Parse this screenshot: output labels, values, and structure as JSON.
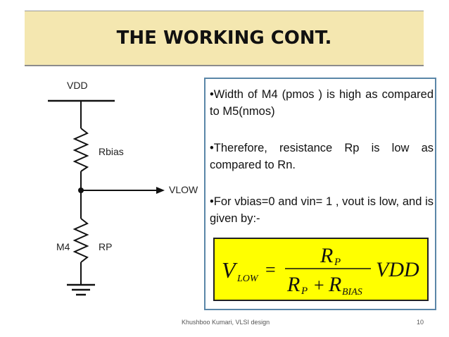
{
  "slide": {
    "title": "THE WORKING CONT.",
    "footer_text": "Khushboo Kumari, VLSI design",
    "page_number": "10"
  },
  "circuit": {
    "vdd_label": "VDD",
    "rbias_label": "Rbias",
    "vlow_label": "VLOW",
    "m4_label": "M4",
    "rp_label": "RP"
  },
  "bullets": [
    "•Width of M4 (pmos ) is high as compared to M5(nmos)",
    "•Therefore, resistance Rp is low as compared to Rn.",
    "•For vbias=0 and vin= 1 , vout is low, and is given by:-"
  ],
  "formula": {
    "lhs": "V",
    "lhs_sub": "LOW",
    "equals": "=",
    "numerator": "R",
    "numerator_sub": "P",
    "den_r1": "R",
    "den_r1_sub": "P",
    "plus": "+",
    "den_r2": "R",
    "den_r2_sub": "BIAS",
    "rhs": "VDD"
  },
  "colors": {
    "title_band": "#f4e7b0",
    "formula_bg": "#ffff00",
    "box_border": "#5a86a8"
  }
}
